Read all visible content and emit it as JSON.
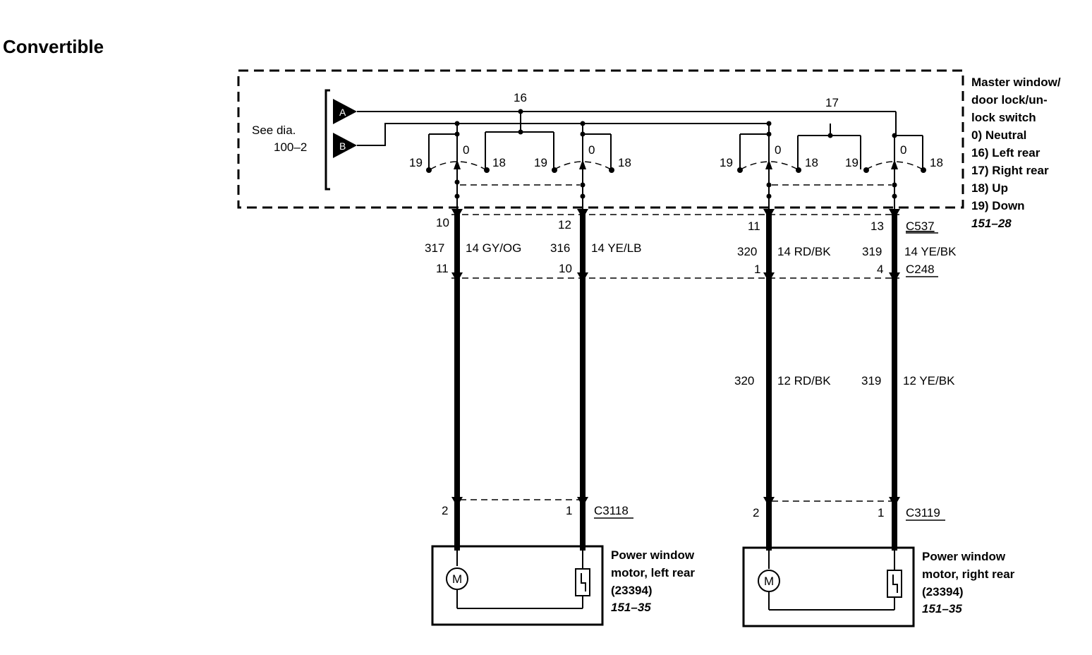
{
  "title": "Convertible",
  "see_dia": {
    "line1": "See dia.",
    "line2": "100–2"
  },
  "inputs": {
    "a": "A",
    "b": "B"
  },
  "bus_labels": {
    "left": "16",
    "right": "17"
  },
  "switch_labels": {
    "pos0": "0",
    "up": "18",
    "down": "19"
  },
  "master_switch": {
    "lines": [
      "Master window/",
      "door lock/un-",
      "lock switch"
    ],
    "positions": [
      "0)   Neutral",
      "16) Left rear",
      "17) Right rear",
      "18) Up",
      "19) Down"
    ],
    "ref": "151–28"
  },
  "connectors": {
    "c537": "C537",
    "c248": "C248",
    "c3118": "C3118",
    "c3119": "C3119"
  },
  "circuits": [
    {
      "top_pin": "10",
      "circuit": "317",
      "wire": "14 GY/OG",
      "mid_pin": "11",
      "lower_circuit": "",
      "lower_wire": "",
      "bottom_pin": "2"
    },
    {
      "top_pin": "12",
      "circuit": "316",
      "wire": "14 YE/LB",
      "mid_pin": "10",
      "lower_circuit": "",
      "lower_wire": "",
      "bottom_pin": "1"
    },
    {
      "top_pin": "11",
      "circuit": "320",
      "wire": "14 RD/BK",
      "mid_pin": "1",
      "lower_circuit": "320",
      "lower_wire": "12 RD/BK",
      "bottom_pin": "2"
    },
    {
      "top_pin": "13",
      "circuit": "319",
      "wire": "14 YE/BK",
      "mid_pin": "4",
      "lower_circuit": "319",
      "lower_wire": "12 YE/BK",
      "bottom_pin": "1"
    }
  ],
  "motor_symbol": "M",
  "motors": [
    {
      "lines": [
        "Power window",
        "motor, left rear",
        "(23394)"
      ],
      "ref": "151–35"
    },
    {
      "lines": [
        "Power window",
        "motor, right rear",
        "(23394)"
      ],
      "ref": "151–35"
    }
  ]
}
